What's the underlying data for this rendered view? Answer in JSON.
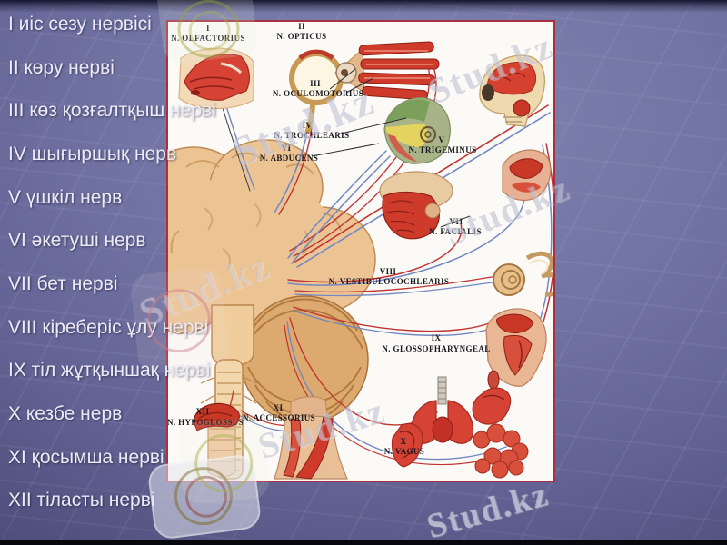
{
  "slide_list": {
    "items": [
      "I иіс сезу нервісі",
      "II көру нерві",
      "III көз қозғалтқыш нерві",
      "IV шығыршық нерв",
      "V үшкіл нерв",
      "VI әкетуші нерв",
      "VII бет нерві",
      "VIII кіреберіс ұлу нерві",
      "IX тіл жұтқыншақ нерві",
      "X кезбе нерв",
      "XI қосымша нерві",
      "XII тіласты нерві"
    ]
  },
  "diagram": {
    "labels": [
      {
        "numeral": "I",
        "name": "N. OLFACTORIUS"
      },
      {
        "numeral": "II",
        "name": "N. OPTICUS"
      },
      {
        "numeral": "III",
        "name": "N. OCULOMOTORIUS"
      },
      {
        "numeral": "IV",
        "name": "N. TROCHLEARIS"
      },
      {
        "numeral": "VI",
        "name": "N. ABDUCENS"
      },
      {
        "numeral": "V",
        "name": "N. TRIGEMINUS"
      },
      {
        "numeral": "VII",
        "name": "N. FACIALIS"
      },
      {
        "numeral": "VIII",
        "name": "N. VESTIBULOCOCHLEARIS"
      },
      {
        "numeral": "IX",
        "name": "N. GLOSSOPHARYNGEAL"
      },
      {
        "numeral": "XII",
        "name": "N. HYPOGLOSSUS"
      },
      {
        "numeral": "XI",
        "name": "N. ACCESSORIUS"
      },
      {
        "numeral": "X",
        "name": "N. VAGUS"
      }
    ],
    "colors": {
      "panel_border": "#a93040",
      "nerve_red": "#c13434",
      "nerve_blue": "#7387c2",
      "organ_red": "#d0402e",
      "skin_tan": "#ecc493",
      "background_slate": "#6f71a3"
    }
  },
  "watermark": {
    "text": "Stud.kz"
  }
}
